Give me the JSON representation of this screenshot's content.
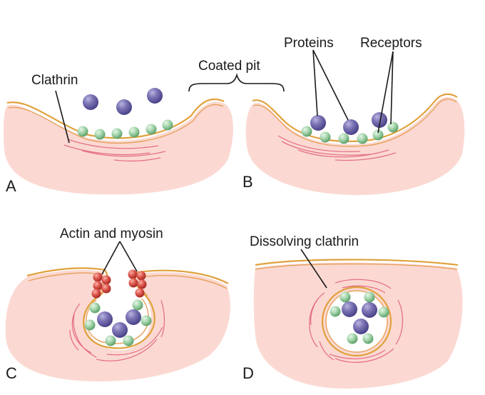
{
  "colors": {
    "cytoplasm": "#fbd9d2",
    "membrane": "#e0a13c",
    "clathrin": "#e5708a",
    "protein": "#7b74b5",
    "receptor": "#9fd1a6",
    "actin_myosin": "#e0574e"
  },
  "panels": {
    "a": {
      "letter": "A",
      "clathrin_label": "Clathrin"
    },
    "b": {
      "letter": "B",
      "coated_pit_label": "Coated pit",
      "proteins_label": "Proteins",
      "receptors_label": "Receptors"
    },
    "c": {
      "letter": "C",
      "actin_label": "Actin and myosin"
    },
    "d": {
      "letter": "D",
      "dissolving_label": "Dissolving clathrin"
    }
  }
}
